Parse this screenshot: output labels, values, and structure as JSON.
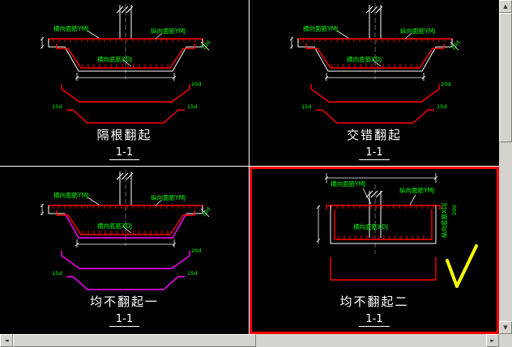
{
  "colors": {
    "background": "#000000",
    "outline_red": "#ff0000",
    "annotation_green": "#00ff00",
    "line_white": "#ffffff",
    "accent_magenta": "#ff00ff",
    "checkmark_yellow": "#ffff00",
    "scrollbar_gray": "#d6d3ce"
  },
  "panels": [
    {
      "title": "隔根翻起",
      "section_label": "1-1",
      "labels": {
        "top_transverse": "横向面筋YMJ",
        "top_longitudinal": "纵向面筋YMJ",
        "bottom_transverse": "横向底筋XDJ",
        "hook_top": "20d",
        "hook_bottom": "15d"
      }
    },
    {
      "title": "交错翻起",
      "section_label": "1-1",
      "labels": {
        "top_transverse": "横向面筋YMJ",
        "top_longitudinal": "纵向面筋YMJ",
        "bottom_transverse": "横向底筋XDJ",
        "hook_top": "20d",
        "hook_bottom": "15d"
      }
    },
    {
      "title": "均不翻起一",
      "section_label": "1-1",
      "labels": {
        "top_transverse": "横向面筋YMJ",
        "top_longitudinal": "纵向面筋YMJ",
        "bottom_transverse": "横向底筋XDJ",
        "hook_top": "20d",
        "hook_bottom": "15d"
      }
    },
    {
      "title": "均不翻起二",
      "section_label": "1-1",
      "labels": {
        "top_transverse": "横向面筋YMJ",
        "top_longitudinal": "纵向面筋YMJ",
        "bottom_transverse": "横向底筋XDJ",
        "bottom_longitudinal": "纵向底筋XDJ",
        "hook_top": "20d"
      }
    }
  ],
  "scrollbar": {
    "up": "▲",
    "down": "▼",
    "left": "◄",
    "right": "►"
  }
}
